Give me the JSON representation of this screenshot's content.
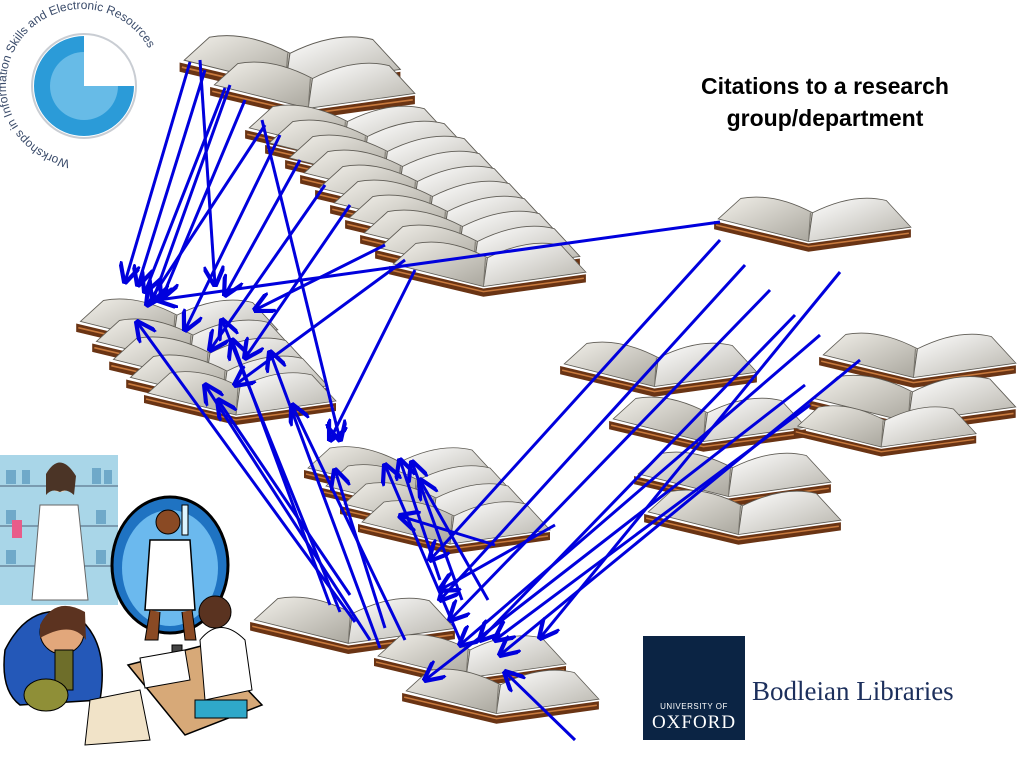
{
  "slide": {
    "title_line1": "Citations to a research",
    "title_line2": "group/department"
  },
  "workshop_logo": {
    "text": "Workshops in Information Skills and Electronic Resources",
    "accent": "#2b9bd8"
  },
  "university_logo": {
    "line1": "UNIVERSITY OF",
    "line2": "OXFORD",
    "background": "#0b2444"
  },
  "library_logo": {
    "name": "Bodleian Libraries",
    "color": "#1c2f5c"
  },
  "arrow_color": "#0000dd",
  "book_clusters": [
    {
      "name": "top-left-stack",
      "count": 12
    },
    {
      "name": "middle-left-stack",
      "count": 5
    },
    {
      "name": "center-stack",
      "count": 4
    },
    {
      "name": "bottom-stack",
      "count": 3
    },
    {
      "name": "top-right-book",
      "count": 1
    },
    {
      "name": "right-middle-stack",
      "count": 4
    },
    {
      "name": "far-right-stack",
      "count": 3
    }
  ],
  "illustrations": [
    "lab-scientist-woman",
    "scientist-with-flask",
    "student-with-microscope",
    "scientist-at-microscope"
  ]
}
